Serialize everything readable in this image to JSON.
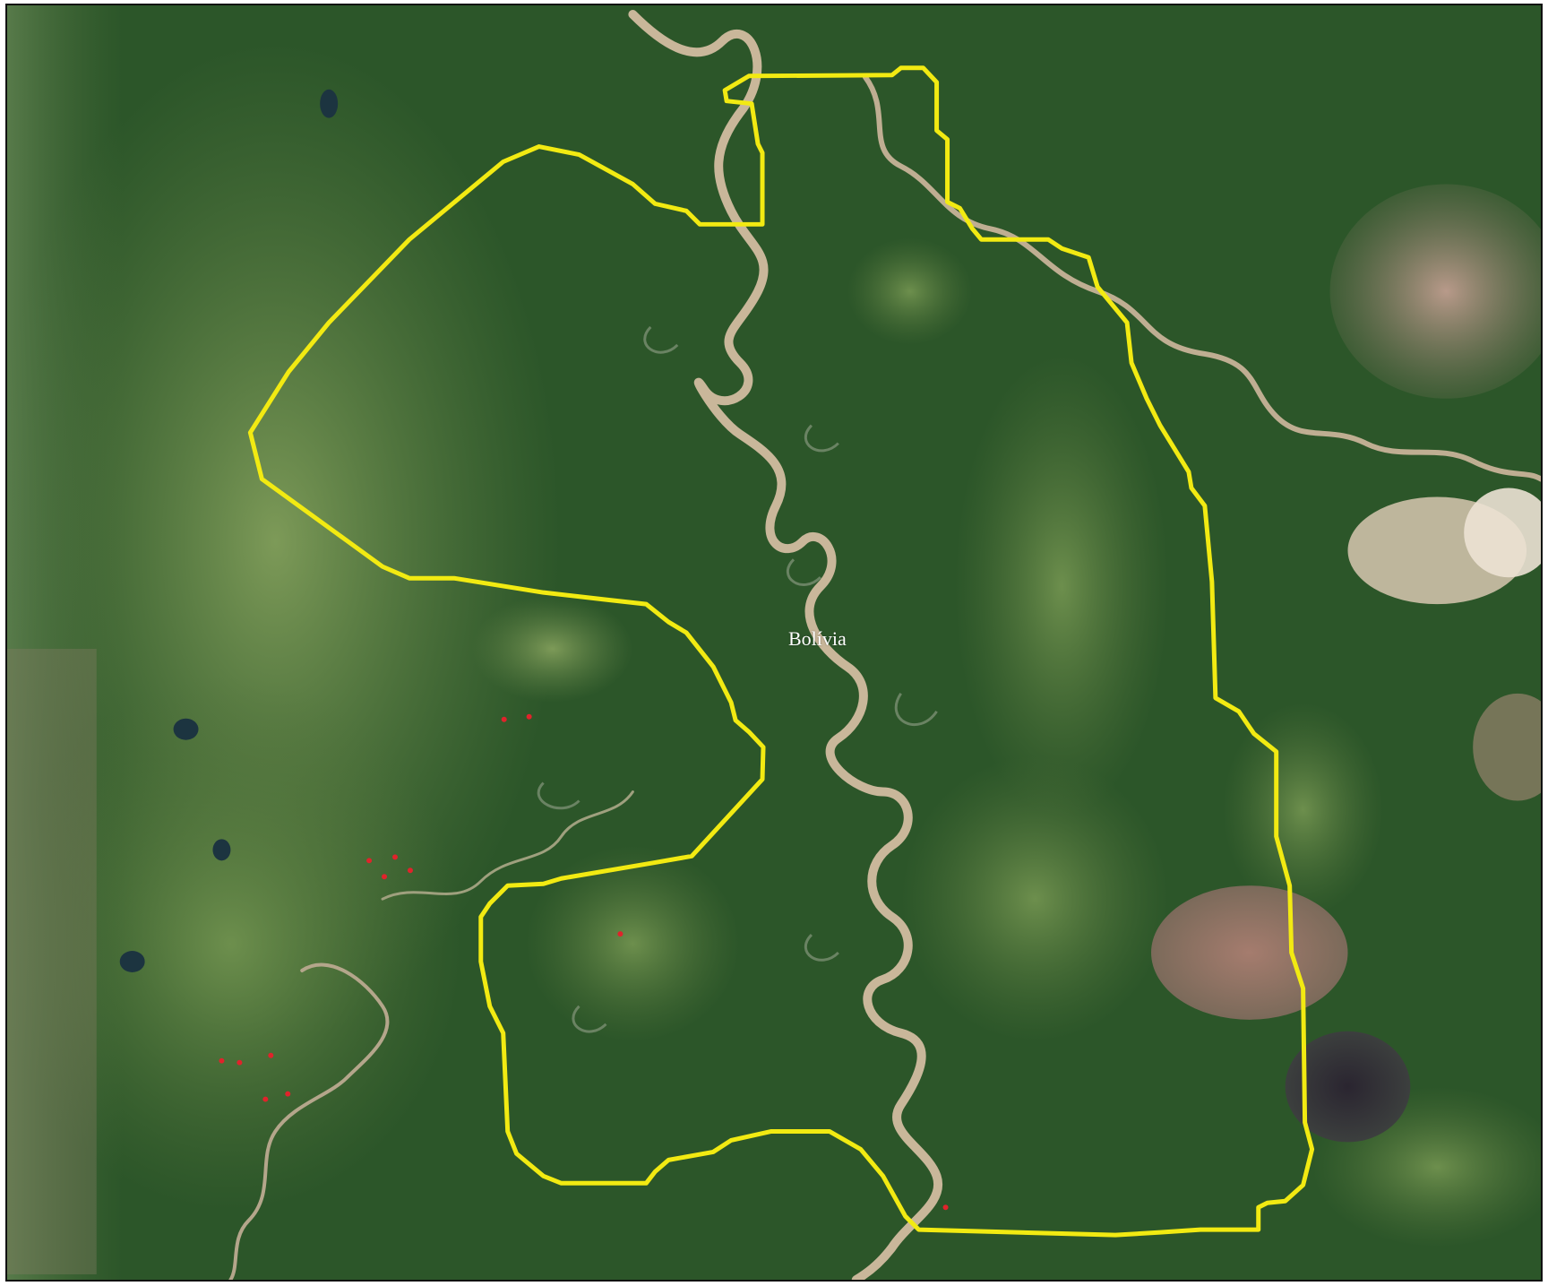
{
  "map": {
    "label": "Bolívia",
    "colors": {
      "boundary": "#f2ea12",
      "points": "#e0232b",
      "forest": "#26502a",
      "grassland": "#6f8f4e",
      "river": "#c9b79a",
      "frame": "#111111"
    },
    "icons": [
      "boundary-line",
      "point-marker"
    ]
  }
}
